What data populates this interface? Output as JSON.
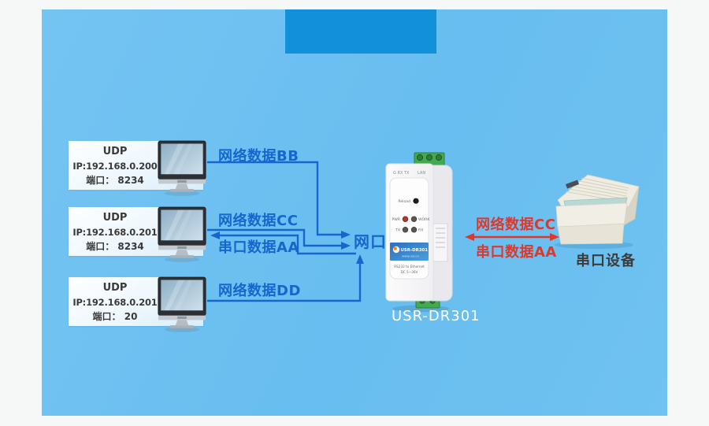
{
  "colors": {
    "panel_blue": "#6abef0",
    "header_blue": "#1291da",
    "flow_blue": "#1766cf",
    "flow_red": "#e0372b",
    "device_green_terminal": "#44a94f",
    "device_label_blue": "#2d6fc0"
  },
  "hosts": [
    {
      "protocol": "UDP",
      "ip": "IP:192.168.0.200",
      "port": "端口： 8234"
    },
    {
      "protocol": "UDP",
      "ip": "IP:192.168.0.201",
      "port": "端口： 8234"
    },
    {
      "protocol": "UDP",
      "ip": "IP:192.168.0.201",
      "port": "端口： 20"
    }
  ],
  "flow_labels": {
    "bb": "网络数据BB",
    "cc": "网络数据CC",
    "aa": "串口数据AA",
    "dd": "网络数据DD",
    "net_port": "网口"
  },
  "serial_link": {
    "cc": "网络数据CC",
    "aa": "串口数据AA"
  },
  "device": {
    "model_label": "USR-DR301",
    "front_brand": "USR-DR301",
    "front_site": "www.usr.cn",
    "front_line1": "RS232 to Ethernet",
    "front_line2": "DC 5~36V",
    "reload_label": "Reload",
    "led_pwr": "PWR",
    "led_work": "WORK",
    "led_tx": "TX",
    "led_rx": "RX",
    "top_left_ports": "G RX TX",
    "top_right_port": "LAN"
  },
  "printer": {
    "label": "串口设备"
  }
}
